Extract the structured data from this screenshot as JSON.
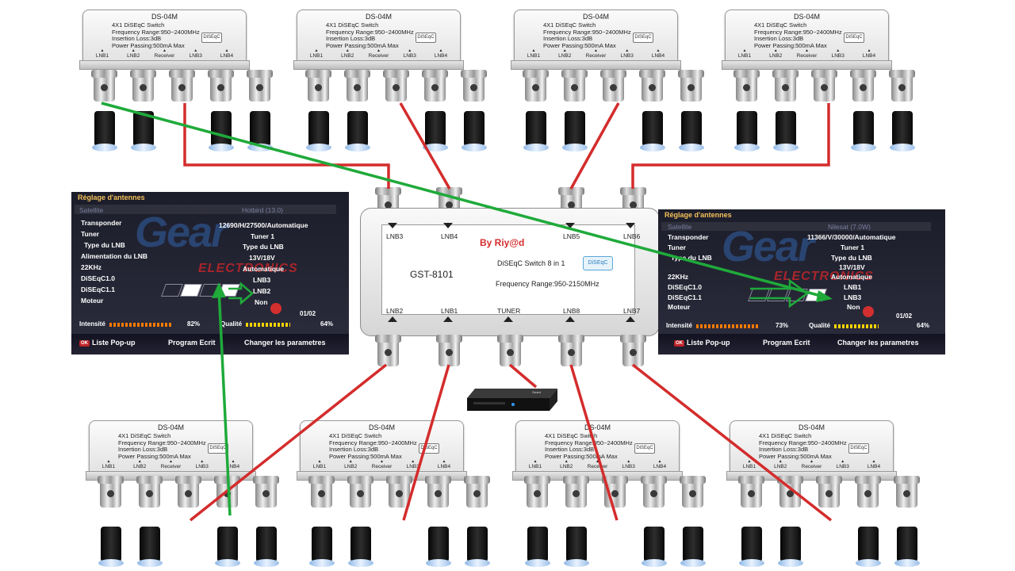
{
  "switch4": {
    "model": "DS-04M",
    "line1": "4X1 DiSEqC Switch",
    "line2": "Frequency Range:950~2400MHz",
    "line3": "Insertion Loss:3dB",
    "line4": "Power Passing:500mA Max",
    "logo": "DiSEqC",
    "ports": [
      "LNB1",
      "LNB2",
      "Receiver",
      "LNB3",
      "LNB4"
    ]
  },
  "switch8": {
    "by": "By Riy@d",
    "model": "GST-8101",
    "title": "DiSEqC Switch 8 in 1",
    "freq": "Frequency Range:950-2150MHz",
    "logo": "DiSEqC",
    "top_ports": [
      "LNB3",
      "LNB4",
      "LNB5",
      "LNB6"
    ],
    "bottom_ports": [
      "LNB2",
      "LNB1",
      "TUNER",
      "LNB8",
      "LNB7"
    ]
  },
  "receiver_badge": "Geant",
  "osd_left": {
    "header": "Réglage d'antennes",
    "rows": [
      "Satellite",
      "Transponder",
      "Tuner",
      "Type du LNB",
      "Alimentation du LNB",
      "22KHz",
      "DiSEqC1.0",
      "DiSEqC1.1",
      "Moteur"
    ],
    "values": [
      "Hotbird (13.0)",
      "12690/H/27500/Automatique",
      "Tuner 1",
      "Type du LNB",
      "13V/18V",
      "Automatique",
      "LNB3",
      "LNB2",
      "Non"
    ],
    "brand": "Gear",
    "brand2": "ELECTRONICS",
    "page": "01/02",
    "intensity_label": "Intensité",
    "intensity": "82%",
    "quality_label": "Qualité",
    "quality": "64%",
    "keys": [
      "Liste Pop-up",
      "Program Ecrit",
      "Changer les parametres"
    ]
  },
  "osd_right": {
    "header": "Réglage d'antennes",
    "rows": [
      "Satellite",
      "Transponder",
      "Tuner",
      "Type du LNB",
      "22KHz",
      "DiSEqC1.0",
      "DiSEqC1.1",
      "Moteur"
    ],
    "values": [
      "Nilesat (7.0W)",
      "11366/V/30000/Automatique",
      "Tuner 1",
      "Type du LNB",
      "13V/18V",
      "Automatique",
      "LNB1",
      "LNB3",
      "Non"
    ],
    "brand": "Gear",
    "brand2": "ELECTRONICS",
    "page": "01/02",
    "intensity_label": "Intensité",
    "intensity": "73%",
    "quality_label": "Qualité",
    "quality": "64%",
    "keys": [
      "Liste Pop-up",
      "Program Ecrit",
      "Changer les parametres"
    ]
  },
  "ok_key": "OK",
  "colors": {
    "red_wire": "#d42c2c",
    "green_arrow": "#1faa3a"
  }
}
